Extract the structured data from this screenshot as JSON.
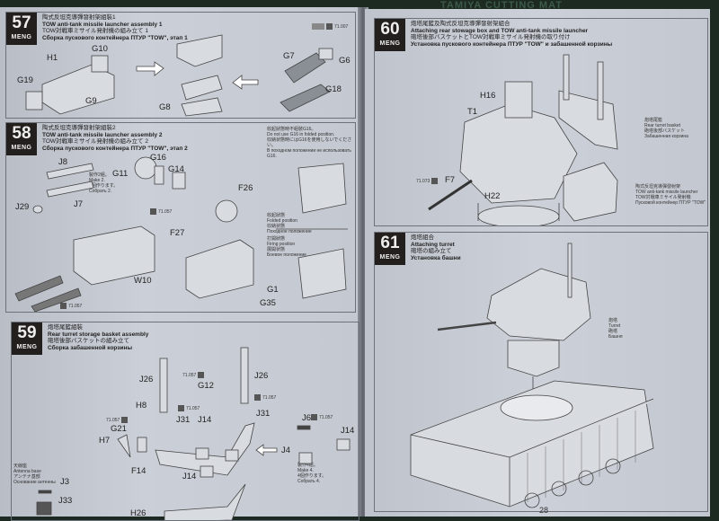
{
  "header_strip": "TAMIYA CUTTING MAT",
  "steps": {
    "s57": {
      "num": "57",
      "brand": "MENG",
      "zh": "陶式反坦克導彈發射架組裝1",
      "en": "TOW anti-tank missile launcher assembly 1",
      "ja": "TOW対戦車ミサイル発射機の組み立て 1",
      "ru": "Сборка пускового контейнера ПТУР \"TOW\", этап 1",
      "paint": "71.007",
      "parts": [
        "H1",
        "G10",
        "G19",
        "G9",
        "G8",
        "G7",
        "G6",
        "G18"
      ]
    },
    "s58": {
      "num": "58",
      "brand": "MENG",
      "zh": "陶式反坦克導彈發射架組裝2",
      "en": "TOW anti-tank missile launcher assembly 2",
      "ja": "TOW対戦車ミサイル発射機の組み立て 2",
      "ru": "Сборка пускового контейнера ПТУР \"TOW\", этап 2",
      "note": [
        "收起狀態時不組裝G16。",
        "Do not use G16 in folded position.",
        "収納状態時にはG16を使用しないでください。",
        "В походном положении не использовать G16."
      ],
      "make": [
        "製作2組。",
        "Make 2.",
        "2個作ります。",
        "Собрать 2."
      ],
      "folded": [
        "收起狀態",
        "Folded position",
        "収納状態",
        "Походное положение"
      ],
      "firing": [
        "打開狀態",
        "Firing position",
        "展開状態",
        "Боевое положение"
      ],
      "paint": "71.057",
      "parts": [
        "J8",
        "J7",
        "J29",
        "G11",
        "G16",
        "G14",
        "F26",
        "F27",
        "W10",
        "G1",
        "G35"
      ]
    },
    "s59": {
      "num": "59",
      "brand": "MENG",
      "zh": "炮塔尾籃組裝",
      "en": "Rear turret storage basket assembly",
      "ja": "砲塔後部バスケットの組み立て",
      "ru": "Сборка забашенной корзины",
      "paint": "71.057",
      "antenna": [
        "天線座",
        "Antenna base",
        "アンテナ基部",
        "Основание антенны"
      ],
      "make4": [
        "製作4組。",
        "Make 4.",
        "4個作ります。",
        "Собрать 4."
      ],
      "parts": [
        "J26",
        "G12",
        "J26",
        "H8",
        "J31",
        "J14",
        "J31",
        "G21",
        "H7",
        "F14",
        "J14",
        "J6",
        "J14",
        "J4",
        "J3",
        "J33",
        "H26"
      ]
    },
    "s60": {
      "num": "60",
      "brand": "MENG",
      "zh": "炮塔尾籃及陶式反坦克導彈發射架組合",
      "en": "Attaching rear stowage box and TOW anti-tank missile launcher",
      "ja": "砲塔後部バスケットとTOW対戦車ミサイル発射機の取り付け",
      "ru": "Установка пускового контейнера ПТУР \"TOW\" и забашенной корзины",
      "basket": [
        "炮塔尾籃",
        "Rear turret basket",
        "砲塔後部バスケット",
        "Забашенная корзина"
      ],
      "launcher": [
        "陶式反坦克導彈發射架",
        "TOW anti-tank missile launcher",
        "TOW対戦車ミサイル発射機",
        "Пусковой контейнер ПТУР \"TOW\""
      ],
      "paint": "71.073",
      "parts": [
        "H16",
        "T1",
        "F7",
        "H22"
      ]
    },
    "s61": {
      "num": "61",
      "brand": "MENG",
      "zh": "炮塔組合",
      "en": "Attaching turret",
      "ja": "砲塔の組み立て",
      "ru": "Установка башни",
      "turret": [
        "炮塔",
        "Turret",
        "砲塔",
        "Башня"
      ]
    }
  },
  "page_number": "28",
  "colors": {
    "page": "#c8ccd4",
    "badge": "#231f1c",
    "background": "#1c2a22"
  }
}
